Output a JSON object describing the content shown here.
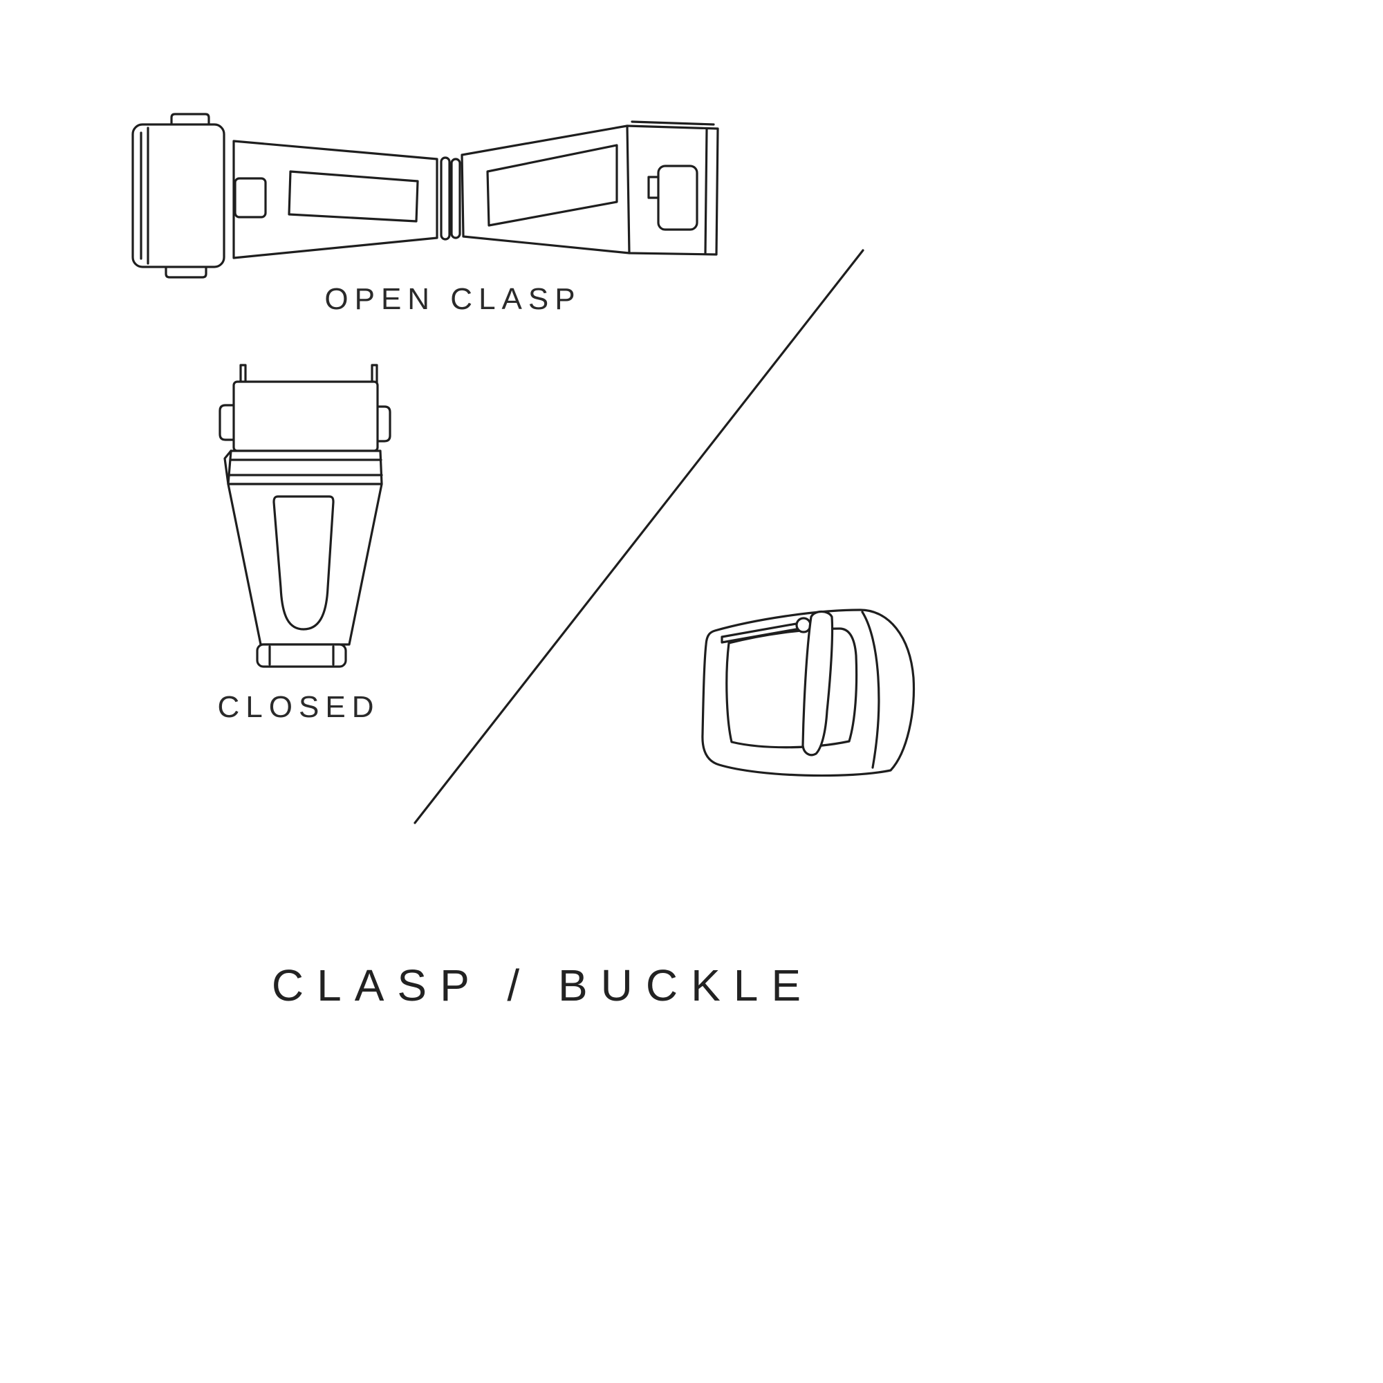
{
  "theme": {
    "ink": "#1e1e1e",
    "background": "#ffffff"
  },
  "diagram": {
    "title": "CLASP / BUCKLE",
    "labels": {
      "open_clasp": "OPEN CLASP",
      "closed": "CLOSED"
    },
    "illustrations": [
      {
        "name": "open-clasp-drawing",
        "caption": "OPEN CLASP"
      },
      {
        "name": "closed-clasp-drawing",
        "caption": "CLOSED"
      },
      {
        "name": "buckle-drawing",
        "caption": ""
      },
      {
        "name": "divider-line",
        "caption": ""
      }
    ]
  }
}
